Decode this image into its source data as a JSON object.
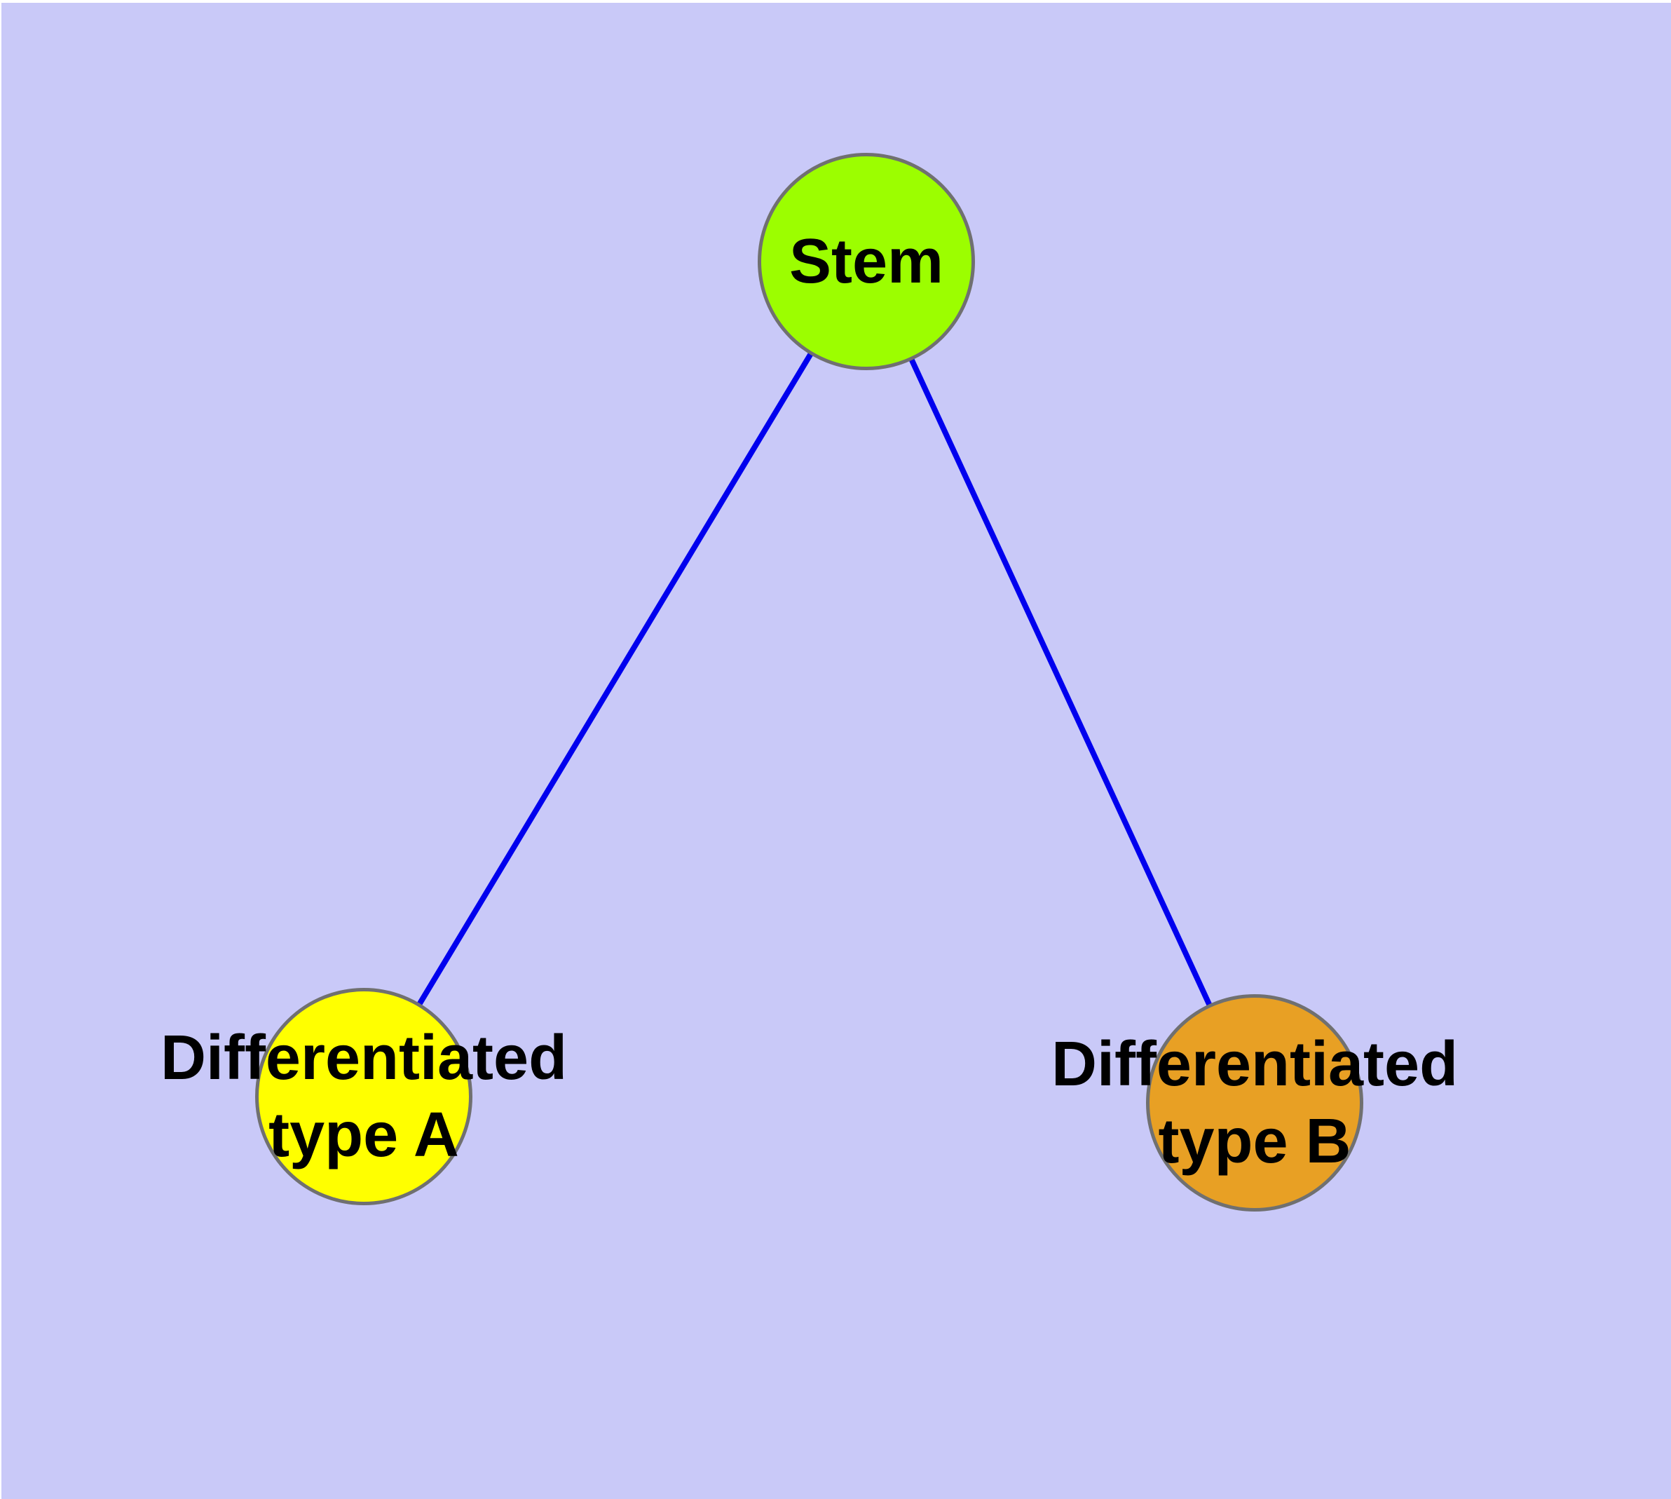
{
  "diagram": {
    "type": "graph",
    "background_color": "#c9c9f8",
    "margin_color": "#ffffff",
    "edge_color": "#0000ee",
    "node_border_color": "#707070",
    "label_color": "#000000",
    "nodes": [
      {
        "id": "stem",
        "label": "Stem",
        "label_line1": "Stem",
        "label_line2": "",
        "fill": "#9cfe00"
      },
      {
        "id": "diff-a",
        "label": "Differentiated type A",
        "label_line1": "Differentiated",
        "label_line2": "type A",
        "fill": "#ffff00"
      },
      {
        "id": "diff-b",
        "label": "Differentiated type B",
        "label_line1": "Differentiated",
        "label_line2": "type B",
        "fill": "#e8a024"
      }
    ],
    "edges": [
      {
        "from": "Stem",
        "to": "Differentiated type A"
      },
      {
        "from": "Stem",
        "to": "Differentiated type B"
      }
    ]
  }
}
